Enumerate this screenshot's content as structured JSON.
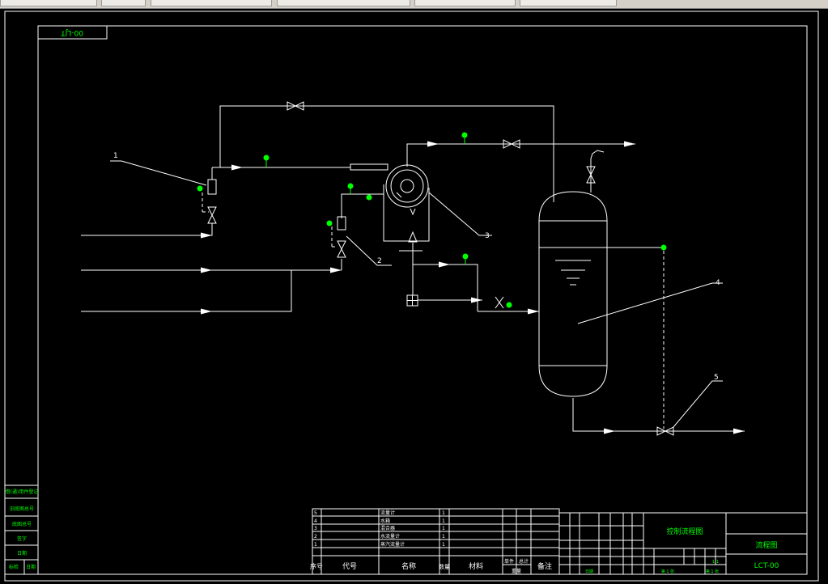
{
  "frame": {
    "drawing_code": "00-LJT"
  },
  "callouts": [
    {
      "id": "1"
    },
    {
      "id": "2"
    },
    {
      "id": "3"
    },
    {
      "id": "4"
    },
    {
      "id": "5"
    }
  ],
  "left_strip": {
    "rows": [
      "借(通)用件登记",
      "旧底图总号",
      "底图总号",
      "签字",
      "日期"
    ],
    "bottom_left": "标检",
    "bottom_right": "日期"
  },
  "parts_list": {
    "rows": [
      {
        "no": "5",
        "name": "流量计",
        "qty": "1"
      },
      {
        "no": "4",
        "name": "水箱",
        "qty": "1"
      },
      {
        "no": "3",
        "name": "混合器",
        "qty": "1"
      },
      {
        "no": "2",
        "name": "水流量计",
        "qty": "1"
      },
      {
        "no": "1",
        "name": "蒸汽流量计",
        "qty": "1"
      }
    ],
    "header": {
      "no": "序号",
      "code": "代号",
      "name": "名称",
      "qty": "数量",
      "material": "材料",
      "unit_weight": "单件",
      "total_weight": "总计",
      "weight": "重量",
      "remarks": "备注"
    }
  },
  "title_block": {
    "drawing_name": "控制流程图",
    "drawing_type": "流程图",
    "drawing_no": "LCT-00",
    "sheet_label_1": "第 1 张",
    "sheet_label_2": "第 1 张",
    "scale": "1:1",
    "date_label": "日期"
  },
  "colors": {
    "background": "#000000",
    "lines": "#ffffff",
    "text": "#00ff00",
    "instrument": "#00ff00"
  }
}
